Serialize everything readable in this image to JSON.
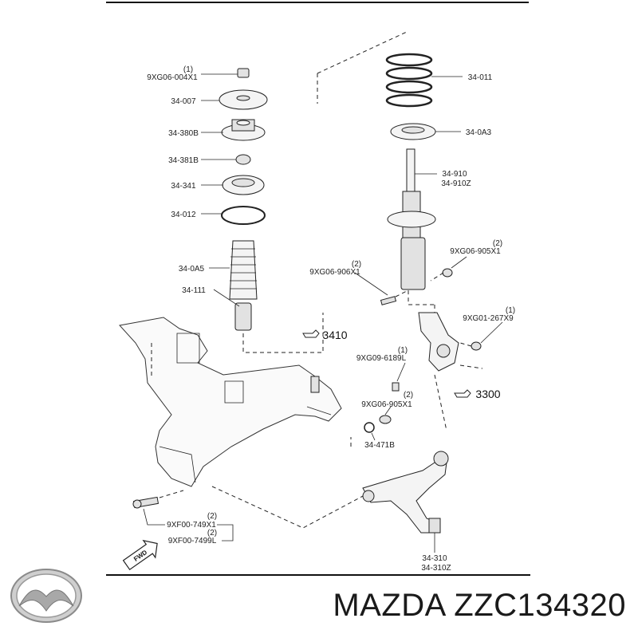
{
  "diagram": {
    "callouts": {
      "nut_top": {
        "qty": "(1)",
        "code": "9XG06-004X1"
      },
      "mount_plate": {
        "code": "34-007"
      },
      "mount_block": {
        "code": "34-380B"
      },
      "mount_nut": {
        "code": "34-381B"
      },
      "bearing": {
        "code": "34-341"
      },
      "seat": {
        "code": "34-012"
      },
      "boot": {
        "code": "34-0A5"
      },
      "bump_stop": {
        "code": "34-111"
      },
      "spring": {
        "code": "34-011"
      },
      "spring_seat": {
        "code": "34-0A3"
      },
      "strut": {
        "code": "34-910",
        "code2": "34-910Z"
      },
      "strut_nut": {
        "qty": "(2)",
        "code": "9XG06-905X1"
      },
      "strut_bolt": {
        "qty": "(2)",
        "code": "9XG06-906X1"
      },
      "knuckle_nut": {
        "qty": "(1)",
        "code": "9XG01-267X9"
      },
      "knuckle_bolt": {
        "qty": "(1)",
        "code": "9XG09-6189L"
      },
      "arm_nut": {
        "qty": "(2)",
        "code": "9XG06-905X1"
      },
      "arm_washer": {
        "code": "34-471B"
      },
      "frame_bolt_a": {
        "qty": "(2)",
        "code": "9XF00-749X1"
      },
      "frame_bolt_b": {
        "qty": "(2)",
        "code": "9XF00-7499L"
      },
      "control_arm": {
        "code": "34-310",
        "code2": "34-310Z"
      }
    },
    "refs": {
      "ref_a": "3410",
      "ref_b": "3300"
    },
    "fwd_label": "FWD"
  },
  "footer": {
    "brand_logo": "mazda-logo",
    "title": "MAZDA ZZC134320"
  }
}
